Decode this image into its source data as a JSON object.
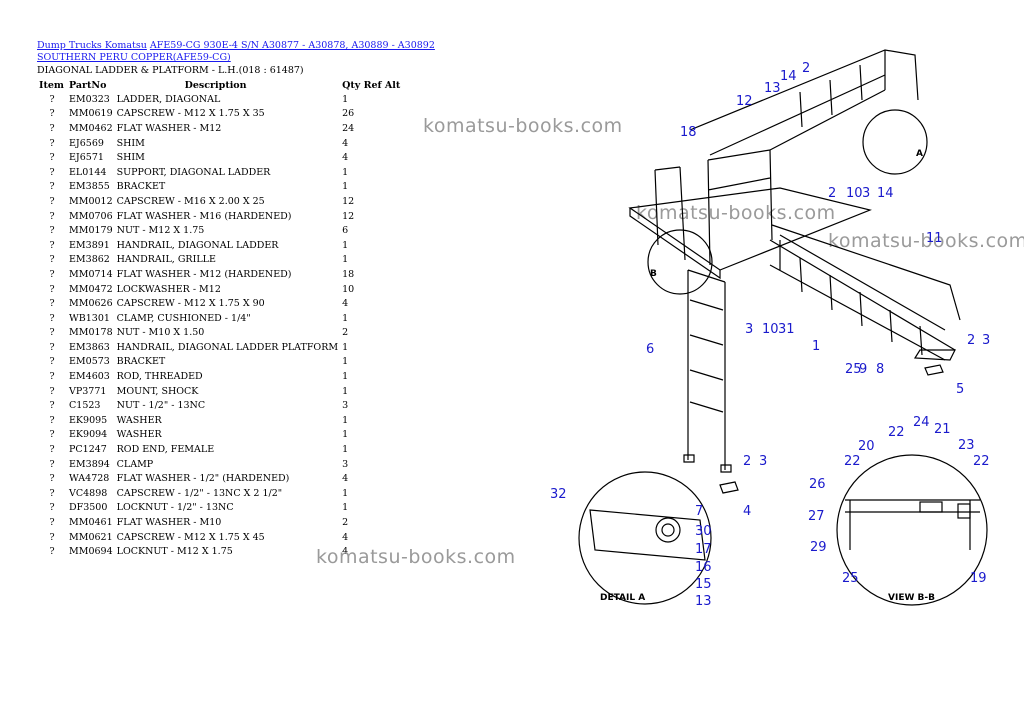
{
  "breadcrumb": {
    "link1": "Dump Trucks Komatsu",
    "link2": "AFE59-CG 930E-4 S/N A30877 - A30878, A30889 - A30892 SOUTHERN PERU COPPER(AFE59-CG)"
  },
  "page_title": "DIAGONAL LADDER & PLATFORM - L.H.(018 : 61487)",
  "table": {
    "headers": {
      "item": "Item",
      "partno": "PartNo",
      "description": "Description",
      "qty": "Qty Ref Alt"
    },
    "rows": [
      {
        "item": "?",
        "partno": "EM0323",
        "description": "LADDER, DIAGONAL",
        "qty": "1"
      },
      {
        "item": "?",
        "partno": "MM0619",
        "description": "CAPSCREW - M12 X 1.75 X 35",
        "qty": "26"
      },
      {
        "item": "?",
        "partno": "MM0462",
        "description": "FLAT WASHER - M12",
        "qty": "24"
      },
      {
        "item": "?",
        "partno": "EJ6569",
        "description": "SHIM",
        "qty": "4"
      },
      {
        "item": "?",
        "partno": "EJ6571",
        "description": "SHIM",
        "qty": "4"
      },
      {
        "item": "?",
        "partno": "EL0144",
        "description": "SUPPORT, DIAGONAL LADDER",
        "qty": "1"
      },
      {
        "item": "?",
        "partno": "EM3855",
        "description": "BRACKET",
        "qty": "1"
      },
      {
        "item": "?",
        "partno": "MM0012",
        "description": "CAPSCREW - M16 X 2.00 X 25",
        "qty": "12"
      },
      {
        "item": "?",
        "partno": "MM0706",
        "description": "FLAT WASHER - M16 (HARDENED)",
        "qty": "12"
      },
      {
        "item": "?",
        "partno": "MM0179",
        "description": "NUT - M12 X 1.75",
        "qty": "6"
      },
      {
        "item": "?",
        "partno": "EM3891",
        "description": "HANDRAIL, DIAGONAL LADDER",
        "qty": "1"
      },
      {
        "item": "?",
        "partno": "EM3862",
        "description": "HANDRAIL, GRILLE",
        "qty": "1"
      },
      {
        "item": "?",
        "partno": "MM0714",
        "description": "FLAT WASHER - M12 (HARDENED)",
        "qty": "18"
      },
      {
        "item": "?",
        "partno": "MM0472",
        "description": "LOCKWASHER - M12",
        "qty": "10"
      },
      {
        "item": "?",
        "partno": "MM0626",
        "description": "CAPSCREW - M12 X 1.75 X 90",
        "qty": "4"
      },
      {
        "item": "?",
        "partno": "WB1301",
        "description": "CLAMP, CUSHIONED - 1/4\"",
        "qty": "1"
      },
      {
        "item": "?",
        "partno": "MM0178",
        "description": "NUT - M10 X 1.50",
        "qty": "2"
      },
      {
        "item": "?",
        "partno": "EM3863",
        "description": "HANDRAIL, DIAGONAL LADDER PLATFORM",
        "qty": "1"
      },
      {
        "item": "?",
        "partno": "EM0573",
        "description": "BRACKET",
        "qty": "1"
      },
      {
        "item": "?",
        "partno": "EM4603",
        "description": "ROD, THREADED",
        "qty": "1"
      },
      {
        "item": "?",
        "partno": "VP3771",
        "description": "MOUNT, SHOCK",
        "qty": "1"
      },
      {
        "item": "?",
        "partno": "C1523",
        "description": "NUT - 1/2\" - 13NC",
        "qty": "3"
      },
      {
        "item": "?",
        "partno": "EK9095",
        "description": "WASHER",
        "qty": "1"
      },
      {
        "item": "?",
        "partno": "EK9094",
        "description": "WASHER",
        "qty": "1"
      },
      {
        "item": "?",
        "partno": "PC1247",
        "description": "ROD END, FEMALE",
        "qty": "1"
      },
      {
        "item": "?",
        "partno": "EM3894",
        "description": "CLAMP",
        "qty": "3"
      },
      {
        "item": "?",
        "partno": "WA4728",
        "description": "FLAT WASHER - 1/2\" (HARDENED)",
        "qty": "4"
      },
      {
        "item": "?",
        "partno": "VC4898",
        "description": "CAPSCREW - 1/2\" - 13NC X 2 1/2\"",
        "qty": "1"
      },
      {
        "item": "?",
        "partno": "DF3500",
        "description": "LOCKNUT - 1/2\" - 13NC",
        "qty": "1"
      },
      {
        "item": "?",
        "partno": "MM0461",
        "description": "FLAT WASHER - M10",
        "qty": "2"
      },
      {
        "item": "?",
        "partno": "MM0621",
        "description": "CAPSCREW - M12 X 1.75 X 45",
        "qty": "4"
      },
      {
        "item": "?",
        "partno": "MM0694",
        "description": "LOCKNUT - M12 X 1.75",
        "qty": "4"
      }
    ]
  },
  "watermark": "komatsu-books.com",
  "drawing": {
    "detail_a_label": "DETAIL A",
    "view_bb_label": "VIEW B-B",
    "marker_a": "A",
    "marker_b": "B",
    "callouts": [
      "2",
      "14",
      "13",
      "12",
      "18",
      "2",
      "10",
      "3",
      "14",
      "11",
      "3",
      "10",
      "31",
      "1",
      "2",
      "3",
      "6",
      "25",
      "9",
      "8",
      "5",
      "2",
      "3",
      "4",
      "7",
      "30",
      "17",
      "16",
      "15",
      "13",
      "32",
      "22",
      "20",
      "24",
      "21",
      "23",
      "22",
      "22",
      "26",
      "27",
      "29",
      "25",
      "19"
    ]
  },
  "colors": {
    "link": "#1a1aee",
    "callout": "#1a1acc",
    "watermark": "#9a9a9a"
  }
}
